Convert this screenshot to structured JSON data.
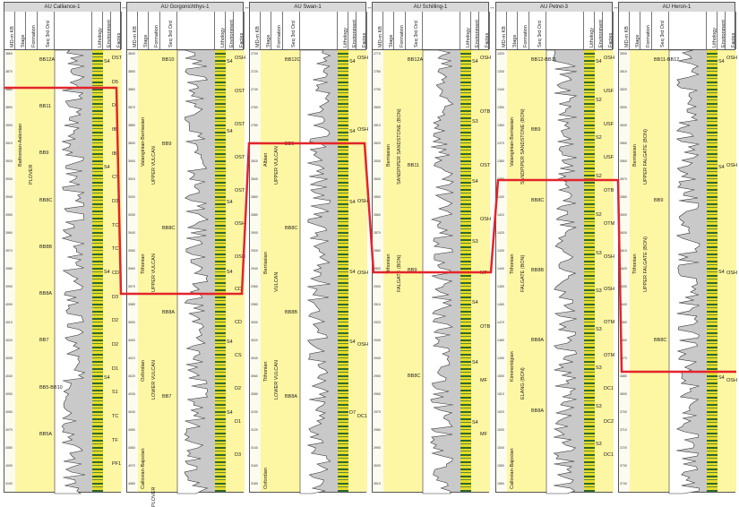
{
  "connector": "↔",
  "header": {
    "md": "MD-m KB",
    "stage": "Stage",
    "formation": "Formation",
    "seq": "Seq 3rd Ord",
    "lithology": "Lithology",
    "environment": "Environment",
    "facies": "Facies"
  },
  "wells": [
    {
      "title": "AU Calliance-1",
      "stage_labels": [
        "Bathonian-Aalenian"
      ],
      "formation_labels": [
        "PLOVER"
      ],
      "seq_labels": [
        "BB12A",
        "BB11",
        "BB9",
        "BB8C",
        "BB8B",
        "BB8A",
        "BB7",
        "BB5-BB10",
        "BB5A"
      ],
      "env_labels": [
        "S4",
        "S4",
        "S4",
        "S4"
      ],
      "facies_labels": [
        "DST",
        "D5",
        "D4",
        "IB",
        "IB",
        "CS",
        "D3",
        "TC",
        "TC",
        "CD",
        "D3",
        "D2",
        "D2",
        "D1",
        "S1",
        "TC",
        "TF",
        "PF1"
      ],
      "ticks": [
        "3860",
        "3870",
        "3880",
        "3890",
        "3900",
        "3910",
        "3920",
        "3930",
        "3940",
        "3950",
        "3960",
        "3970",
        "3980",
        "3990",
        "4000",
        "4010",
        "4020",
        "4030",
        "4040",
        "4050",
        "4060",
        "4070",
        "4080",
        "4090",
        "4100"
      ]
    },
    {
      "title": "AU Gorgonichthys-1",
      "stage_labels": [
        "Valanginian-Berriasian",
        "Tithonian",
        "Oxfordian",
        "Callovian-Bajocian"
      ],
      "formation_labels": [
        "UPPER VULCAN",
        "UPPER VULCAN",
        "LOWER VULCAN",
        "PLOVER"
      ],
      "seq_labels": [
        "BB10",
        "BB9",
        "BB8C",
        "BB8A",
        "BB7"
      ],
      "env_labels": [
        "S4",
        "S4",
        "S4",
        "S4",
        "S4",
        "S4"
      ],
      "facies_labels": [
        "OSH",
        "OST",
        "OST",
        "OST",
        "OST",
        "OSH",
        "OSH",
        "CD",
        "CD",
        "CS",
        "D2",
        "D1",
        "D3"
      ],
      "ticks": [
        "3840",
        "3850",
        "3860",
        "3870",
        "3880",
        "3890",
        "3900",
        "3910",
        "3920",
        "3930",
        "3940",
        "3950",
        "3960",
        "3970",
        "3980",
        "3990",
        "4000",
        "4010",
        "4020",
        "4030",
        "4040",
        "4050",
        "4060",
        "4070",
        "4080"
      ]
    },
    {
      "title": "AU Swan-1",
      "stage_labels": [
        "Albian",
        "Berriasian",
        "Tithonian",
        "Oxfordian"
      ],
      "formation_labels": [
        "UPPER VULCAN",
        "VULCAN",
        "LOWER VULCAN"
      ],
      "seq_labels": [
        "BB12C",
        "BB9",
        "BB8C",
        "BB8B",
        "BB8A"
      ],
      "env_labels": [
        "S4",
        "S4",
        "S4",
        "S4",
        "S4",
        "D7"
      ],
      "facies_labels": [
        "OSH",
        "OSH",
        "OSH",
        "OSH",
        "OSH",
        "DC1"
      ],
      "ticks": [
        "2700",
        "2720",
        "2740",
        "2760",
        "2780",
        "2800",
        "2820",
        "2840",
        "2860",
        "2880",
        "2900",
        "2920",
        "2940",
        "2960",
        "2980",
        "3000",
        "3020",
        "3040",
        "3060",
        "3080",
        "3100",
        "3120",
        "3140",
        "3160",
        "3180"
      ]
    },
    {
      "title": "AU Schilling-1",
      "stage_labels": [
        "Berriasian",
        "Tithonian"
      ],
      "formation_labels": [
        "SANDPIPER SANDSTONE (BON)",
        "FALGATE (BON)"
      ],
      "seq_labels": [
        "BB12A",
        "BB11",
        "BB9",
        "BB8C"
      ],
      "env_labels": [
        "S4",
        "S3",
        "S4",
        "S3",
        "S4",
        "S4",
        "S4"
      ],
      "facies_labels": [
        "OSH",
        "OTB",
        "OST",
        "OSH",
        "MF",
        "OTB",
        "MF",
        "MF"
      ],
      "ticks": [
        "2770",
        "2780",
        "2790",
        "2800",
        "2810",
        "2820",
        "2830",
        "2840",
        "2850",
        "2860",
        "2870",
        "2880",
        "2890",
        "2900",
        "2910",
        "2920",
        "2930",
        "2940",
        "2950",
        "2960",
        "2970",
        "2980",
        "2990",
        "3000",
        "3010"
      ]
    },
    {
      "title": "AU Petrel-3",
      "stage_labels": [
        "Valanginian-Berriasian",
        "Tithonian",
        "Kimmeridgian",
        "Callovian-Bajocian"
      ],
      "formation_labels": [
        "SANDPIPER SANDSTONE (BON)",
        "FALGATE (BON)",
        "ELANG (BON)"
      ],
      "seq_labels": [
        "BB12-BB11",
        "BB9",
        "BB8C",
        "BB8B",
        "BB8A",
        "BB8A"
      ],
      "env_labels": [
        "S4",
        "S2",
        "S2",
        "S2",
        "S2",
        "S3",
        "S3",
        "S3",
        "S3",
        "S3",
        "S3"
      ],
      "facies_labels": [
        "OSH",
        "USF",
        "USF",
        "USF",
        "OTB",
        "OTM",
        "OSH",
        "OSH",
        "OTM",
        "OTM",
        "DC1",
        "DC2",
        "DC1"
      ],
      "ticks": [
        "1320",
        "1330",
        "1340",
        "1350",
        "1360",
        "1370",
        "1380",
        "1390",
        "1400",
        "1410",
        "1420",
        "1430",
        "1440",
        "1450",
        "1460",
        "1470",
        "1480",
        "1490",
        "1500",
        "1510",
        "1520",
        "1530",
        "1540",
        "1550",
        "1560"
      ]
    },
    {
      "title": "AU Heron-1",
      "stage_labels": [
        "Berriasian",
        "Tithonian"
      ],
      "formation_labels": [
        "UPPER FALGATE (BON)",
        "UPPER FALGATE (BON)"
      ],
      "seq_labels": [
        "BB11-BB12",
        "BB9",
        "BB8C"
      ],
      "env_labels": [
        "S4",
        "S4",
        "S4",
        "S4"
      ],
      "facies_labels": [
        "OSH",
        "OSH",
        "OSH",
        "OSH"
      ],
      "ticks": [
        "3500",
        "3510",
        "3520",
        "3530",
        "3540",
        "3550",
        "3560",
        "3570",
        "3580",
        "3590",
        "3600",
        "3610",
        "3620",
        "3630",
        "3640",
        "3650",
        "3660",
        "3670",
        "3680",
        "3690",
        "3700",
        "3710",
        "3720",
        "3730",
        "3740"
      ]
    }
  ],
  "colors": {
    "correlation": "#e3242b",
    "header_bg": "#d9d9d9",
    "fill": "#fdf6a3",
    "log": "#c9c9c9"
  }
}
